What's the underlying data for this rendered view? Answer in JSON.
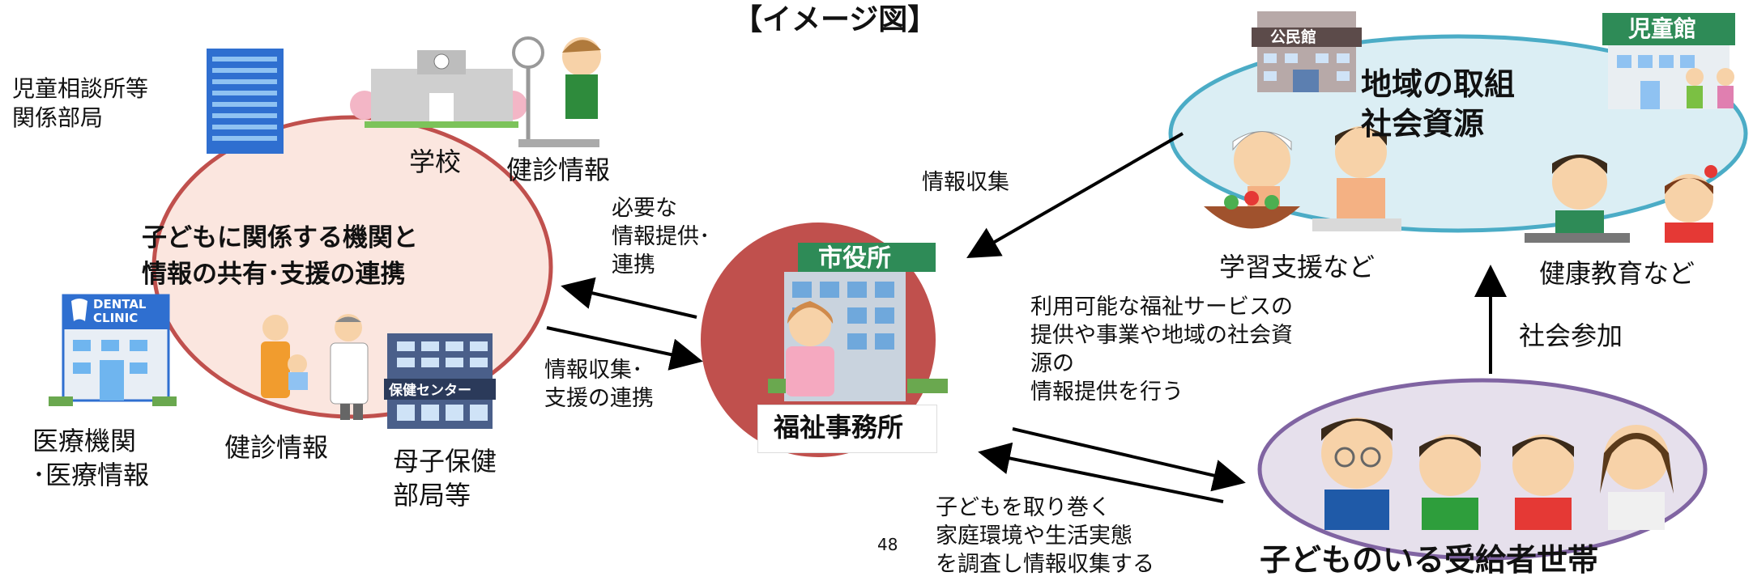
{
  "title": "【イメージ図】",
  "page_number": "48",
  "left_group": {
    "heading": "子どもに関係する機関と\n情報の共有･支援の連携",
    "child_guidance": "児童相談所等\n関係部局",
    "school": "学校",
    "checkup_school": "健診情報",
    "medical": "医療機関\n･医療情報",
    "checkup_clinic": "健診情報",
    "maternal": "母子保健\n部局等",
    "health_center_sign": "保健センター",
    "dental_sign": "DENTAL\nCLINIC"
  },
  "center": {
    "office_label": "福祉事務所",
    "city_hall_sign": "市役所",
    "arrow_out_label": "必要な\n情報提供･\n連携",
    "arrow_in_label": "情報収集･\n支援の連携",
    "collect_label": "情報収集",
    "service_label": "利用可能な福祉サービスの\n提供や事業や地域の社会資\n源の\n情報提供を行う",
    "survey_label": "子どもを取り巻く\n家庭環境や生活実態\nを調査し情報収集する"
  },
  "right_group": {
    "heading": "地域の取組\n社会資源",
    "community_hall_sign": "公民館",
    "children_hall_sign": "児童館",
    "study_support": "学習支援など",
    "health_education": "健康教育など",
    "social_participation": "社会参加",
    "household": "子どものいる受給者世帯"
  },
  "colors": {
    "left_ellipse_fill": "#fbe6df",
    "left_ellipse_stroke": "#c0504d",
    "right_ellipse_fill": "#dbeef4",
    "right_ellipse_stroke": "#4bacc6",
    "household_fill": "#e6e0ec",
    "household_stroke": "#8064a2",
    "office_circle": "#c0504d"
  }
}
